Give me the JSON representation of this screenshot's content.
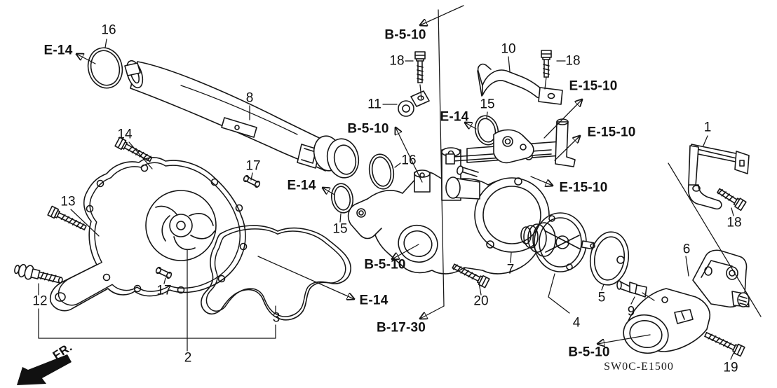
{
  "diagram_code": "SW0C-E1500",
  "fr": "FR.",
  "labels": {
    "n16a": "16",
    "n8": "8",
    "n14": "14",
    "n13": "13",
    "n12": "12",
    "n17a": "17",
    "n17b": "17",
    "n2": "2",
    "n3": "3",
    "n16b": "16",
    "n15a": "15",
    "n11": "11",
    "n18a": "18",
    "n10": "10",
    "n18b": "18",
    "n15b": "15",
    "n7": "7",
    "n20": "20",
    "n4": "4",
    "n5": "5",
    "n6": "6",
    "n9": "9",
    "n19": "19",
    "n1": "1",
    "n18c": "18"
  },
  "refs": {
    "e14a": "E-14",
    "b510a": "B-5-10",
    "b510b": "B-5-10",
    "e14b": "E-14",
    "e1510a": "E-15-10",
    "e1510b": "E-15-10",
    "e1510c": "E-15-10",
    "e14c": "E-14",
    "b510c": "B-5-10",
    "e14d": "E-14",
    "b1730": "B-17-30",
    "b510d": "B-5-10"
  }
}
